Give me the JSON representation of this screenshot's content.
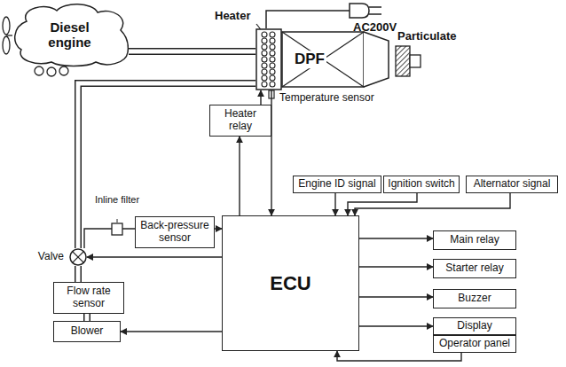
{
  "diagram": {
    "nodes": [
      {
        "text": [
          "Diesel engine"
        ]
      },
      {
        "text": [
          "DPF"
        ]
      },
      {
        "text": [
          "Heater relay"
        ]
      },
      {
        "text": [
          "Engine ID signal"
        ]
      },
      {
        "text": [
          "Ignition switch"
        ]
      },
      {
        "text": [
          "Alternator signal"
        ]
      },
      {
        "text": [
          "Back-pressure sensor"
        ]
      },
      {
        "text": [
          "ECU"
        ]
      },
      {
        "text": [
          "Main relay"
        ]
      },
      {
        "text": [
          "Starter relay"
        ]
      },
      {
        "text": [
          "Valve"
        ]
      },
      {
        "text": [
          "Buzzer"
        ]
      },
      {
        "text": [
          "Flow rate sensor"
        ]
      },
      {
        "text": [
          "Blower"
        ]
      },
      {
        "text": [
          "Display"
        ]
      },
      {
        "text": [
          "Operator panel"
        ]
      }
    ],
    "edges": [
      {
        "from": 0,
        "to": 1,
        "arrow": "none"
      },
      {
        "from": 10,
        "to": 1,
        "arrow": "none"
      },
      {
        "from": 12,
        "to": 10,
        "arrow": "none"
      },
      {
        "from": 13,
        "to": 12,
        "arrow": "none"
      },
      {
        "from": 2,
        "to": 1,
        "arrow": "to"
      },
      {
        "from": 7,
        "to": 2,
        "arrow": "to"
      },
      {
        "from": 1,
        "to": 7,
        "arrow": "to"
      },
      {
        "from": 3,
        "to": 7,
        "arrow": "to"
      },
      {
        "from": 4,
        "to": 7,
        "arrow": "to"
      },
      {
        "from": 5,
        "to": 7,
        "arrow": "to"
      },
      {
        "from": 6,
        "to": 7,
        "arrow": "to"
      },
      {
        "from": 10,
        "to": 6,
        "arrow": "none"
      },
      {
        "from": 7,
        "to": 10,
        "arrow": "to"
      },
      {
        "from": 7,
        "to": 8,
        "arrow": "to"
      },
      {
        "from": 7,
        "to": 9,
        "arrow": "to"
      },
      {
        "from": 7,
        "to": 11,
        "arrow": "to"
      },
      {
        "from": 7,
        "to": 14,
        "arrow": "to"
      },
      {
        "from": 15,
        "to": 7,
        "arrow": "to"
      },
      {
        "from": 7,
        "to": 13,
        "arrow": "to"
      }
    ],
    "labels": [
      "Heater",
      "AC200V",
      "Particulate",
      "Temperature sensor",
      "Inline filter"
    ]
  }
}
